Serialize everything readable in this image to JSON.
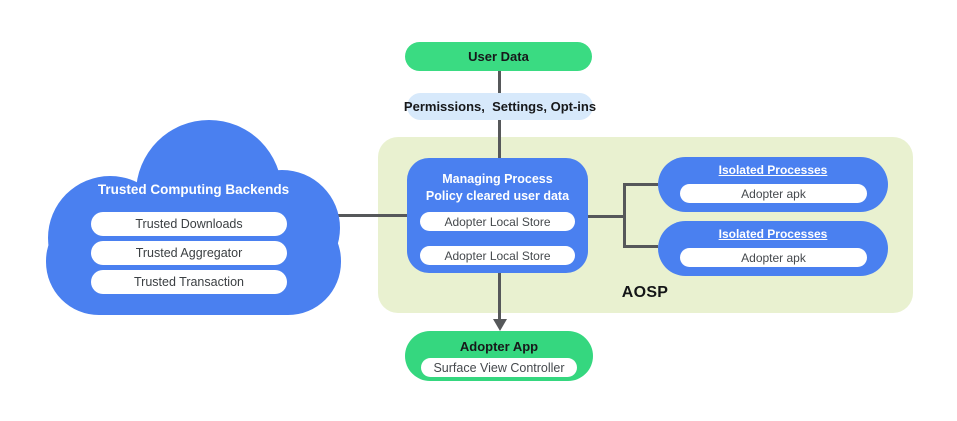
{
  "colors": {
    "blue": "#4a80f0",
    "green": "#3adb82",
    "light_blue": "#d7e9fb",
    "aosp_background": "#e9f1d0",
    "connector": "#56585a"
  },
  "diagram": {
    "user_data": {
      "label": "User Data"
    },
    "permissions": {
      "label": "Permissions,  Settings, Opt-ins"
    },
    "cloud": {
      "title": "Trusted Computing Backends",
      "items": [
        "Trusted Downloads",
        "Trusted Aggregator",
        "Trusted Transaction"
      ]
    },
    "aosp": {
      "label": "AOSP",
      "managing": {
        "title_line1": "Managing Process",
        "title_line2": "Policy cleared user data",
        "stores": [
          "Adopter Local Store",
          "Adopter Local Store"
        ]
      },
      "isolated": [
        {
          "title": "Isolated Processes",
          "item": "Adopter apk"
        },
        {
          "title": "Isolated Processes",
          "item": "Adopter apk"
        }
      ]
    },
    "adopter_app": {
      "title": "Adopter App",
      "item": "Surface View Controller"
    }
  }
}
